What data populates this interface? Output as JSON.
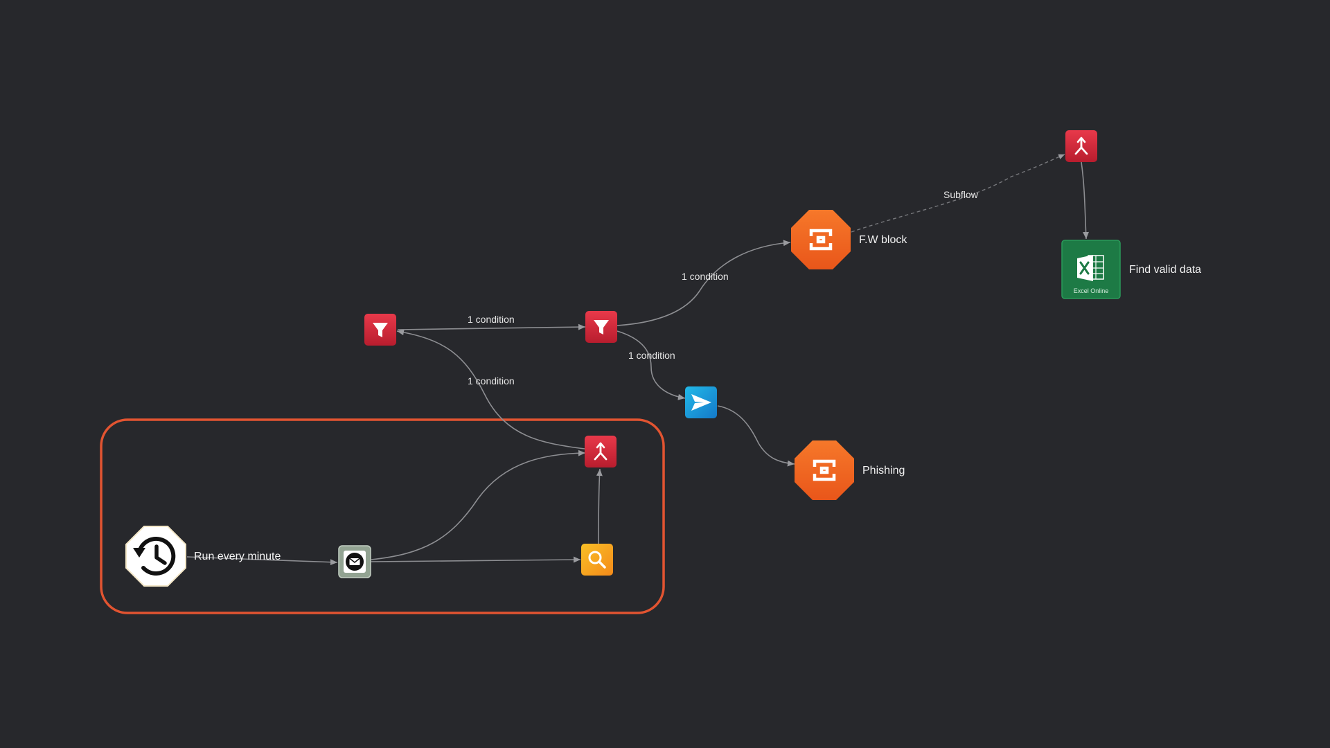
{
  "group": {
    "name": "trigger-group",
    "color": "#e25431"
  },
  "nodes": [
    {
      "id": "timer",
      "type": "schedule-trigger",
      "icon": "clock-history-icon",
      "label": "Run every minute",
      "color": "#ffffff"
    },
    {
      "id": "email",
      "type": "email-action",
      "icon": "email-icon",
      "label": "",
      "color": "#8fa08f"
    },
    {
      "id": "search",
      "type": "search-action",
      "icon": "search-icon",
      "label": "",
      "color": "#f7a21b"
    },
    {
      "id": "merge1",
      "type": "merge",
      "icon": "merge-icon",
      "label": "",
      "color": "#d42a3a"
    },
    {
      "id": "filter1",
      "type": "filter",
      "icon": "filter-icon",
      "label": "",
      "color": "#d42a3a"
    },
    {
      "id": "filter2",
      "type": "filter",
      "icon": "filter-icon",
      "label": "",
      "color": "#d42a3a"
    },
    {
      "id": "fwblock",
      "type": "app-action",
      "icon": "app-logo-icon",
      "label": "F.W block",
      "color": "#f26a1b"
    },
    {
      "id": "send",
      "type": "send-action",
      "icon": "send-icon",
      "label": "",
      "color": "#1aa6d9"
    },
    {
      "id": "phishing",
      "type": "app-action",
      "icon": "app-logo-icon",
      "label": "Phishing",
      "color": "#f26a1b"
    },
    {
      "id": "merge2",
      "type": "merge",
      "icon": "merge-icon",
      "label": "",
      "color": "#d42a3a"
    },
    {
      "id": "excel",
      "type": "excel-action",
      "icon": "excel-icon",
      "label": "Find valid data",
      "sublabel": "Excel Online",
      "color": "#1d7a45"
    }
  ],
  "edges": [
    {
      "from": "timer",
      "to": "email",
      "label": "",
      "style": "solid"
    },
    {
      "from": "email",
      "to": "search",
      "label": "",
      "style": "solid"
    },
    {
      "from": "email",
      "to": "merge1",
      "label": "",
      "style": "solid"
    },
    {
      "from": "search",
      "to": "merge1",
      "label": "",
      "style": "solid"
    },
    {
      "from": "merge1",
      "to": "filter1",
      "label": "1 condition",
      "style": "solid"
    },
    {
      "from": "filter1",
      "to": "filter2",
      "label": "1 condition",
      "style": "solid"
    },
    {
      "from": "filter2",
      "to": "fwblock",
      "label": "1 condition",
      "style": "solid"
    },
    {
      "from": "filter2",
      "to": "send",
      "label": "1 condition",
      "style": "solid"
    },
    {
      "from": "send",
      "to": "phishing",
      "label": "",
      "style": "solid"
    },
    {
      "from": "fwblock",
      "to": "merge2",
      "label": "Subflow",
      "style": "dashed"
    },
    {
      "from": "merge2",
      "to": "excel",
      "label": "",
      "style": "solid"
    }
  ]
}
